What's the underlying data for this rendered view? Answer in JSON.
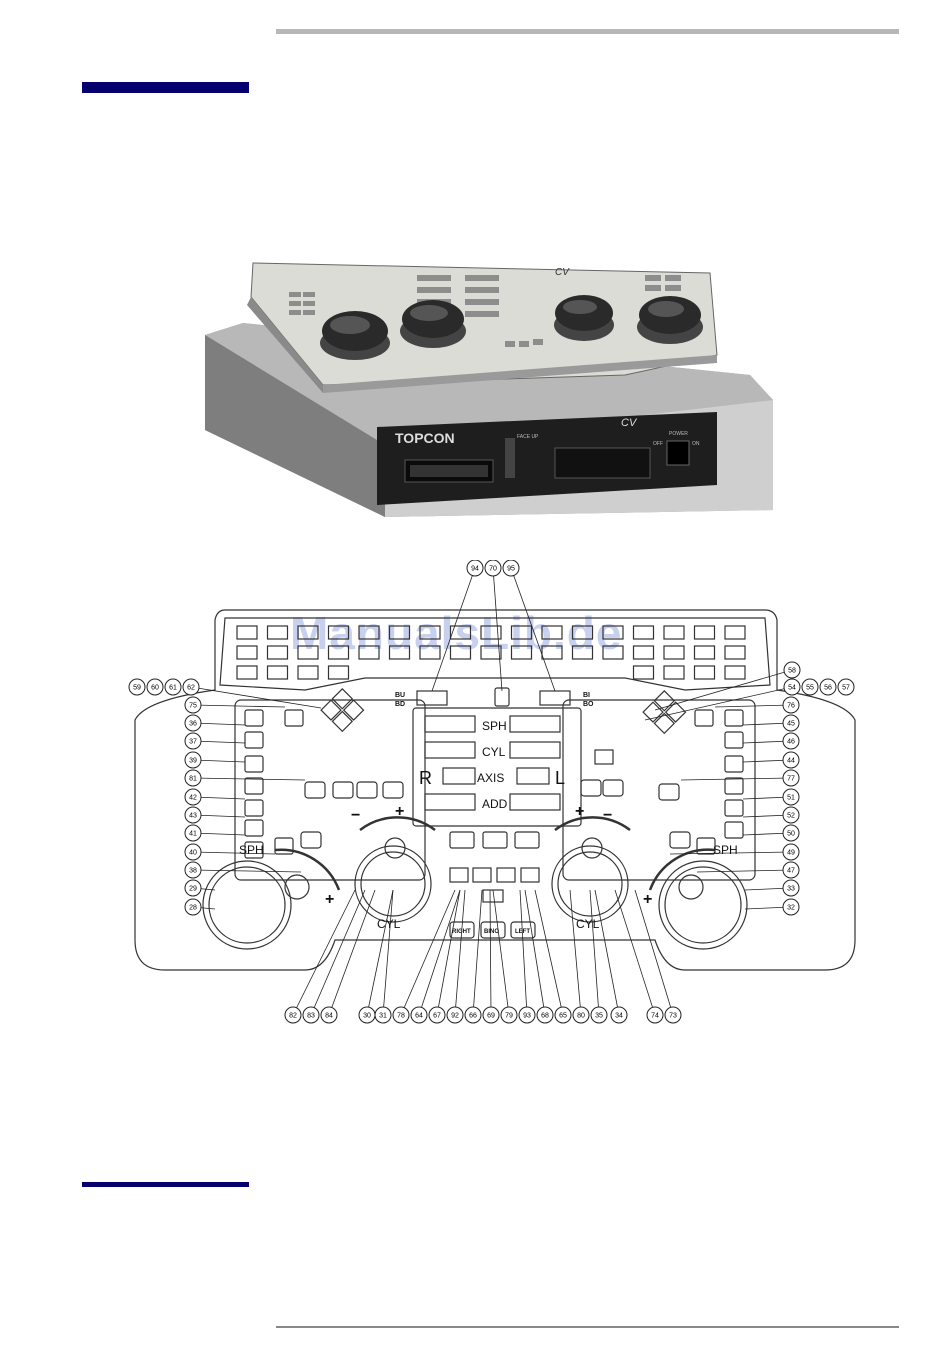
{
  "watermark": "ManualsLib.de",
  "photo": {
    "brand": "TOPCON",
    "model": "CV",
    "switch_label": "FACE UP",
    "power_label": "POWER",
    "off_label": "OFF",
    "on_label": "ON"
  },
  "diagram": {
    "display": {
      "sph": "SPH",
      "cyl": "CYL",
      "axis": "AXIS",
      "add": "ADD",
      "r": "R",
      "l": "L"
    },
    "prism": {
      "bu": "BU",
      "bd": "BD",
      "bi": "BI",
      "bo": "BO"
    },
    "knob_labels": {
      "sph_left": "SPH",
      "sph_right": "SPH",
      "cyl_left": "CYL",
      "cyl_right": "CYL"
    },
    "eye_buttons": {
      "right": "RIGHT",
      "bino": "BINO",
      "left": "LEFT"
    },
    "callouts": {
      "top": [
        "94",
        "70",
        "95"
      ],
      "left_top": [
        "59",
        "60",
        "61",
        "62"
      ],
      "right_top": [
        "58",
        "54",
        "55",
        "56",
        "57"
      ],
      "left_column": [
        "75",
        "36",
        "37",
        "39",
        "81",
        "42",
        "43",
        "41",
        "40",
        "38",
        "29",
        "28"
      ],
      "right_column": [
        "76",
        "45",
        "46",
        "44",
        "77",
        "51",
        "52",
        "50",
        "49",
        "47",
        "33",
        "32"
      ],
      "bottom": [
        "82",
        "83",
        "84",
        "30",
        "31",
        "78",
        "64",
        "67",
        "92",
        "66",
        "69",
        "79",
        "93",
        "68",
        "65",
        "80",
        "35",
        "34",
        "74",
        "73"
      ]
    }
  }
}
